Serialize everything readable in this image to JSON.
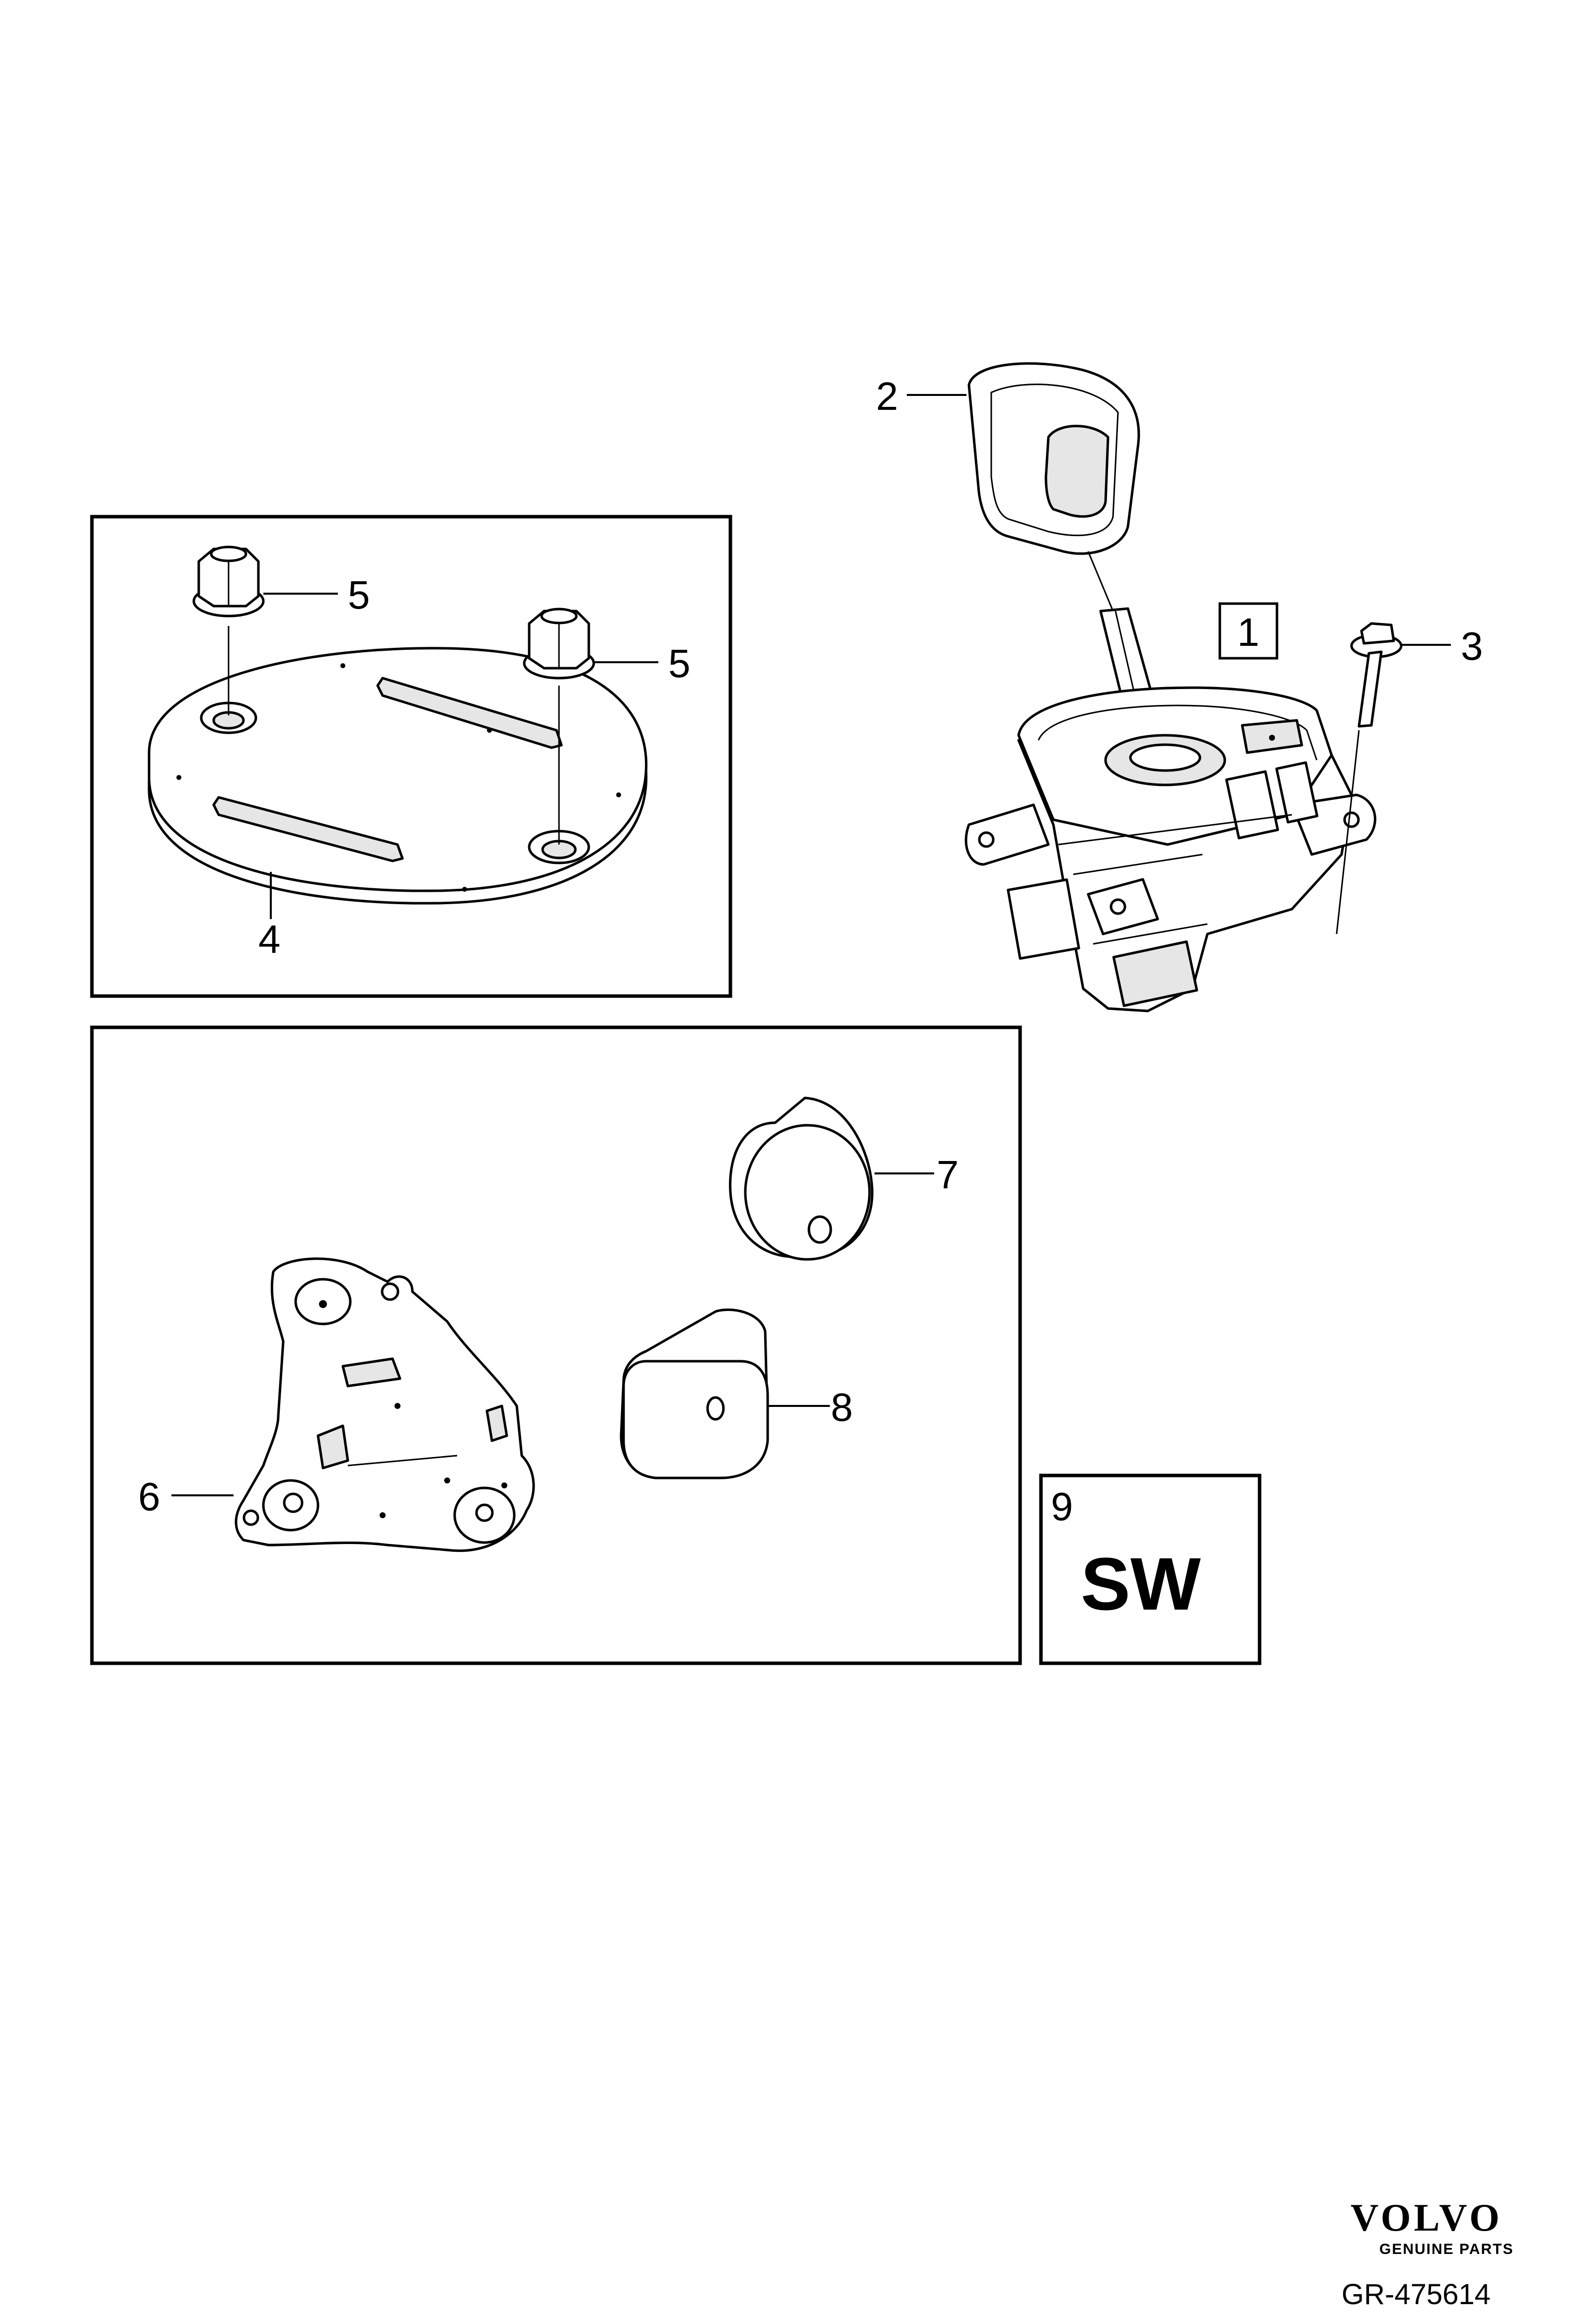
{
  "callouts": {
    "c1": "1",
    "c2": "2",
    "c3": "3",
    "c4": "4",
    "c5a": "5",
    "c5b": "5",
    "c6": "6",
    "c7": "7",
    "c8": "8",
    "c9": "9"
  },
  "software_box": {
    "text": "SW"
  },
  "brand": {
    "name": "VOLVO",
    "tagline": "GENUINE PARTS"
  },
  "reference": "GR-475614"
}
